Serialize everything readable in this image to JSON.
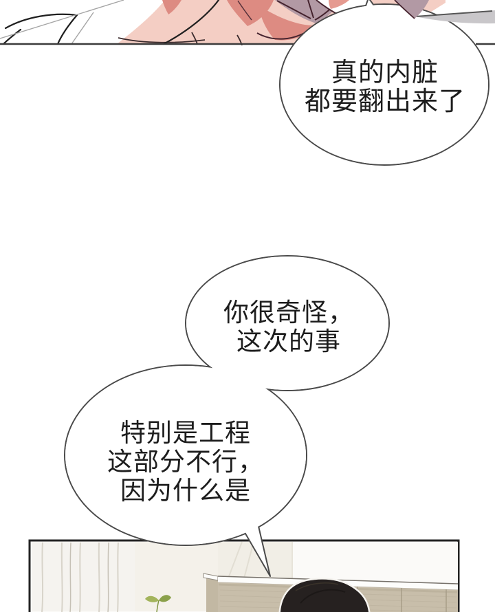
{
  "page": {
    "type": "comic-page",
    "background": "#ffffff"
  },
  "bubbles": [
    {
      "name": "speech-bubble-top",
      "lines": [
        "真的内脏",
        "都要翻出来了"
      ]
    },
    {
      "name": "speech-bubble-middle",
      "lines": [
        "你很奇怪，",
        "这次的事"
      ]
    },
    {
      "name": "speech-bubble-lower",
      "lines": [
        "特别是工程",
        "这部分不行，",
        "因为什么是"
      ]
    }
  ],
  "colors": {
    "skin": "#f4cec4",
    "salmon": "#dd8b82",
    "salmon_light": "#e59a90",
    "mauve": "#b299a4",
    "hair_black": "#262120",
    "cabinet_tan": "#c8beaa",
    "cabinet_side": "#c2b8a3",
    "counter_white": "#fdfdfb",
    "curtain": "#f5f3ef",
    "leaf": "#a3b45c",
    "leaf_dark": "#8aa04a",
    "wisp_gray": "#c9c7ca",
    "bubble_fill": "#ffffff",
    "bubble_outline": "#4a4a4a",
    "panel_border": "#232323",
    "text": "#1d1d1d"
  }
}
